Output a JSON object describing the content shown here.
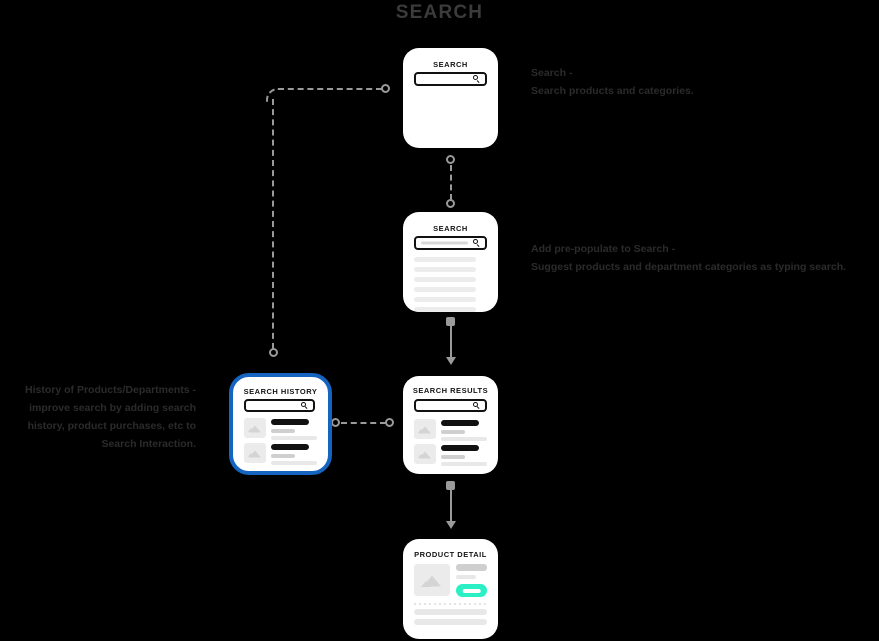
{
  "page": {
    "title": "SEARCH",
    "background_color": "#000000",
    "accent_blue": "#1565c0",
    "accent_teal": "#2bf0c6",
    "connector_color": "#9a9a9a"
  },
  "screens": [
    {
      "id": "search",
      "title": "SEARCH",
      "search_placeholder": "",
      "icon": "magnifier-icon",
      "highlighted": false
    },
    {
      "id": "search-typeahead",
      "title": "SEARCH",
      "search_value": "typed query",
      "icon": "magnifier-icon",
      "suggestion_count": 6,
      "highlighted": false
    },
    {
      "id": "search-history",
      "title": "SEARCH HISTORY",
      "icon": "magnifier-icon",
      "result_rows": 2,
      "highlighted": true
    },
    {
      "id": "search-results",
      "title": "SEARCH RESULTS",
      "icon": "magnifier-icon",
      "result_rows": 2,
      "highlighted": false
    },
    {
      "id": "product-detail",
      "title": "PRODUCT DETAIL",
      "cta_label": "",
      "highlighted": false
    }
  ],
  "annotations": {
    "search": {
      "line1": "Search -",
      "line2": "Search products and categories."
    },
    "prepopulate": {
      "line1": "Add pre-populate to Search -",
      "line2": "Suggest products and department categories as typing search."
    },
    "history": {
      "line1": "History of Products/Departments -",
      "line2": "improve search by adding search",
      "line3": "history, product purchases, etc to",
      "line4": "Search Interaction."
    }
  },
  "connectors": [
    {
      "id": "search-to-typeahead",
      "style": "dashed",
      "from": "search",
      "to": "search-typeahead"
    },
    {
      "id": "typeahead-to-results",
      "style": "solid-arrow",
      "from": "search-typeahead",
      "to": "search-results"
    },
    {
      "id": "history-to-results",
      "style": "dashed",
      "from": "search-history",
      "to": "search-results"
    },
    {
      "id": "results-to-detail",
      "style": "solid-arrow",
      "from": "search-results",
      "to": "product-detail"
    },
    {
      "id": "search-to-history",
      "style": "dashed-elbow",
      "from": "search",
      "to": "search-history"
    }
  ]
}
